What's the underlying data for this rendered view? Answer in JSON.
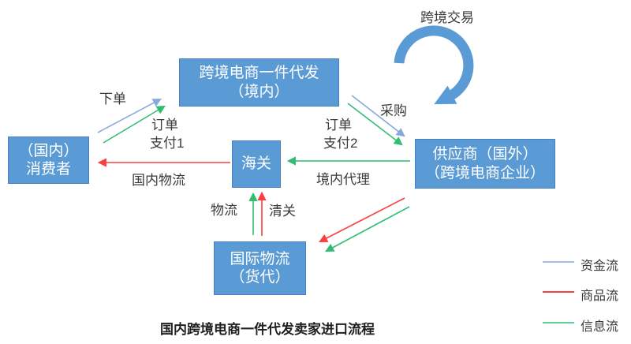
{
  "title": "国内跨境电商一件代发卖家进口流程",
  "boxes": {
    "dropship": {
      "line1": "跨境电商一件代发",
      "line2": "（境内）"
    },
    "consumer": {
      "line1": "（国内）",
      "line2": "消费者"
    },
    "customs": {
      "line1": "海关",
      "line2": ""
    },
    "supplier": {
      "line1": "供应商（国外）",
      "line2": "（跨境电商企业）"
    },
    "forwarder": {
      "line1": "国际物流",
      "line2": "（货代）"
    }
  },
  "labels": {
    "place_order": "下单",
    "order_1": "订单",
    "payment_1": "支付1",
    "purchase": "采购",
    "order_2": "订单",
    "payment_2": "支付2",
    "cross_border_trade": "跨境交易",
    "domestic_agent": "境内代理",
    "domestic_logistics": "国内物流",
    "logistics": "物流",
    "customs_clearance": "清关"
  },
  "legend": {
    "money": "资金流",
    "goods": "商品流",
    "info": "信息流"
  },
  "colors": {
    "box_fill": "#5B9BD5",
    "box_border": "#4981BE",
    "box_text": "#FFFFFF",
    "money_flow": "#89A9DC",
    "goods_flow": "#F94040",
    "info_flow": "#2FBE72",
    "curved_arrow": "#5B9BD5",
    "label_text": "#3A3A3A"
  }
}
